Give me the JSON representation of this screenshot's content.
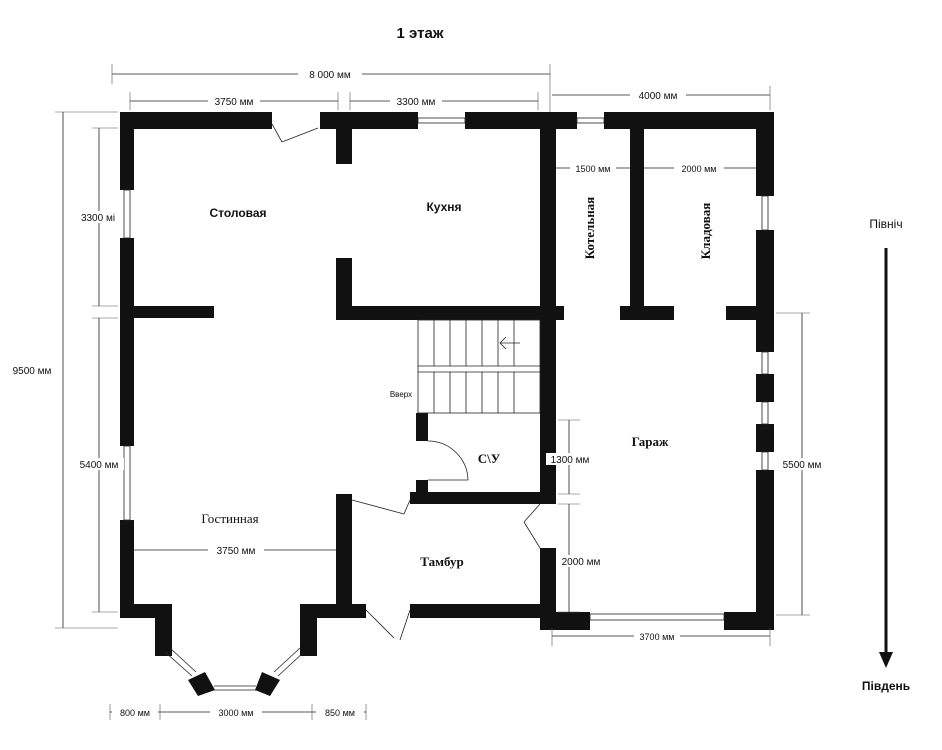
{
  "title": "1 этаж",
  "rooms": {
    "dining": "Столовая",
    "kitchen": "Кухня",
    "boiler": "Котельная",
    "storage": "Кладовая",
    "living": "Гостинная",
    "bathroom": "С\\У",
    "vestibule": "Тамбур",
    "garage": "Гараж",
    "stairs_up": "Вверх"
  },
  "dimensions": {
    "total_width": "8 000 мм",
    "dining_width": "3750 мм",
    "kitchen_width": "3300 мм",
    "garage_block_width": "4000 мм",
    "boiler_width": "1500 мм",
    "storage_width": "2000 мм",
    "total_height": "9500 мм",
    "dining_height": "3300 мі",
    "living_height": "5400 мм",
    "living_width": "3750 мм",
    "garage_height": "5500 мм",
    "bath_height": "1300 мм",
    "vestibule_height": "2000 мм",
    "garage_width": "3700 мм",
    "bay_left": "800 мм",
    "bay_center": "3000 мм",
    "bay_right": "850 мм"
  },
  "compass": {
    "north": "Північ",
    "south": "Південь"
  }
}
